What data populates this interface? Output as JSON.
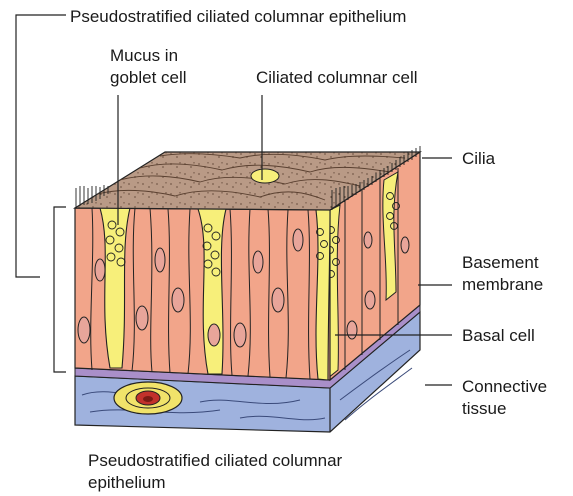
{
  "labels": {
    "top_title": "Pseudostratified ciliated columnar epithelium",
    "mucus_line1": "Mucus in",
    "mucus_line2": "goblet cell",
    "ciliated_cell": "Ciliated columnar cell",
    "cilia": "Cilia",
    "basement_line1": "Basement",
    "basement_line2": "membrane",
    "basal_cell": "Basal cell",
    "connective_line1": "Connective",
    "connective_line2": "tissue",
    "caption_line1": "Pseudostratified ciliated columnar",
    "caption_line2": "epithelium"
  },
  "colors": {
    "cell_body": "#f2a58a",
    "cell_top": "#b99a86",
    "goblet": "#f7ef7a",
    "nucleus": "#e8a59a",
    "basement": "#a98fc9",
    "connective": "#9fb2de",
    "vessel_outer": "#f1e36a",
    "vessel_inner": "#c2312b",
    "outline": "#222222"
  }
}
